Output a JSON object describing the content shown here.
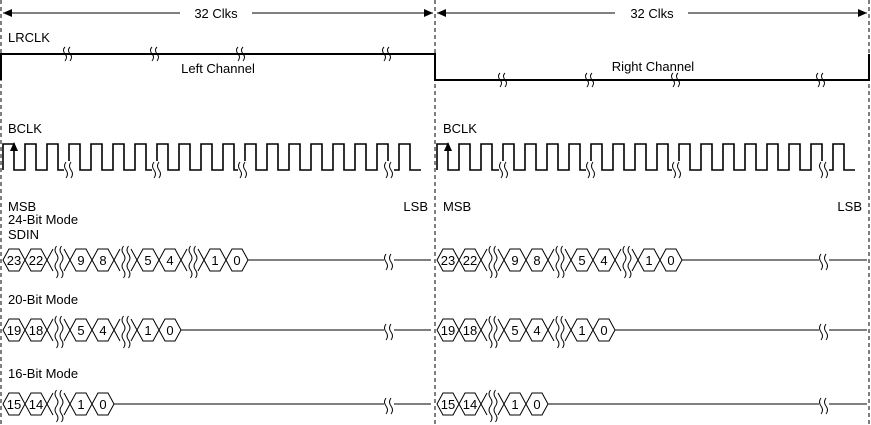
{
  "header": {
    "left_span_label": "32 Clks",
    "right_span_label": "32 Clks"
  },
  "lrclk": {
    "signal_label": "LRCLK",
    "left_channel_label": "Left Channel",
    "right_channel_label": "Right Channel"
  },
  "bclk": {
    "left_label": "BCLK",
    "right_label": "BCLK"
  },
  "labels": {
    "msb": "MSB",
    "lsb": "LSB",
    "sdin": "SDIN"
  },
  "modes": [
    {
      "name": "24-Bit Mode",
      "msb_bits": [
        "23",
        "22"
      ],
      "mid_bits": [
        "9",
        "8"
      ],
      "mid2_bits": [
        "5",
        "4"
      ],
      "lsb_bits": [
        "1",
        "0"
      ]
    },
    {
      "name": "20-Bit Mode",
      "msb_bits": [
        "19",
        "18"
      ],
      "mid_bits": [
        "5",
        "4"
      ],
      "lsb_bits": [
        "1",
        "0"
      ]
    },
    {
      "name": "16-Bit Mode",
      "msb_bits": [
        "15",
        "14"
      ],
      "lsb_bits": [
        "1",
        "0"
      ]
    }
  ]
}
